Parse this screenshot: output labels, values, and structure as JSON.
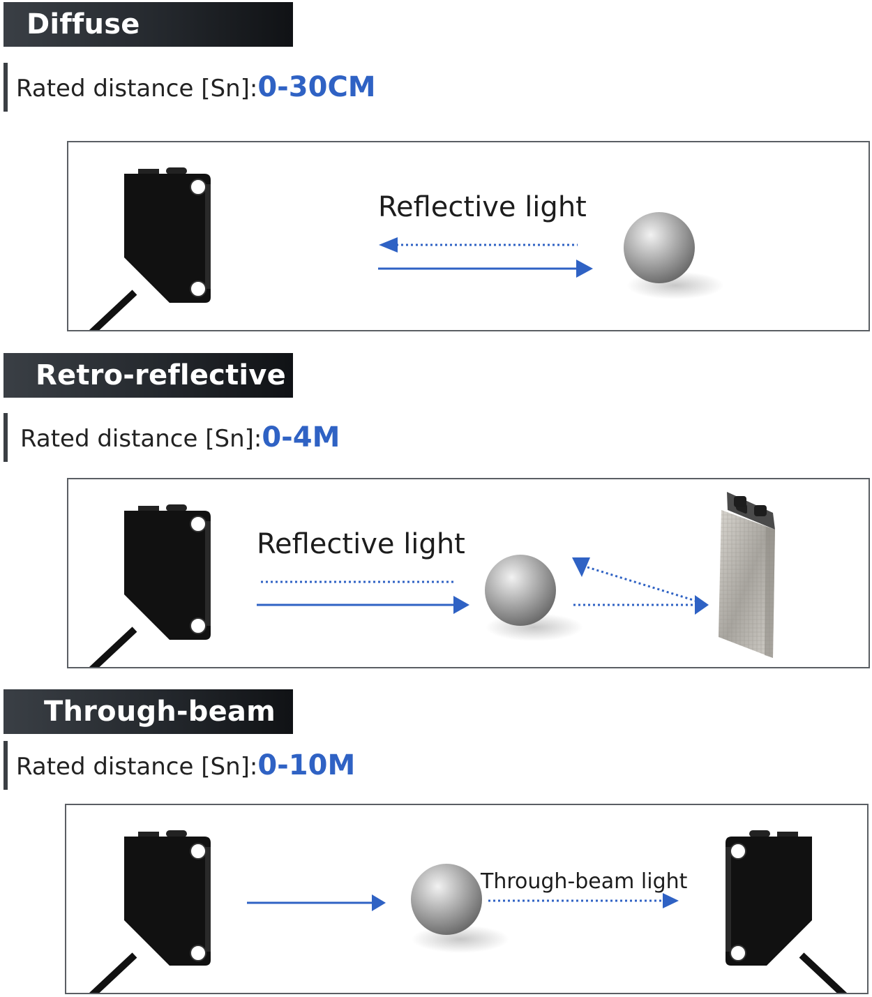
{
  "sections": [
    {
      "title": "Diffuse reflection",
      "rated_label": "Rated distance [Sn]:",
      "rated_value": "0-30CM",
      "light_label": "Reflective light",
      "sensor_icon": "photoelectric-sensor-icon",
      "target_icon": "sphere-target-icon"
    },
    {
      "title": "Retro-reflective",
      "rated_label": "Rated distance [Sn]:",
      "rated_value": "0-4M",
      "light_label": "Reflective light",
      "sensor_icon": "photoelectric-sensor-icon",
      "target_icon": "sphere-target-icon",
      "reflector_icon": "reflector-plate-icon"
    },
    {
      "title": "Through-beam",
      "rated_label": "Rated distance [Sn]:",
      "rated_value": "0-10M",
      "light_label": "Through-beam light",
      "sensor_icon": "photoelectric-sensor-icon",
      "target_icon": "sphere-target-icon",
      "receiver_icon": "receiver-sensor-icon"
    }
  ],
  "colors": {
    "arrow": "#2f62c4",
    "value_text": "#2f62c4",
    "title_bar": "#24282d"
  }
}
